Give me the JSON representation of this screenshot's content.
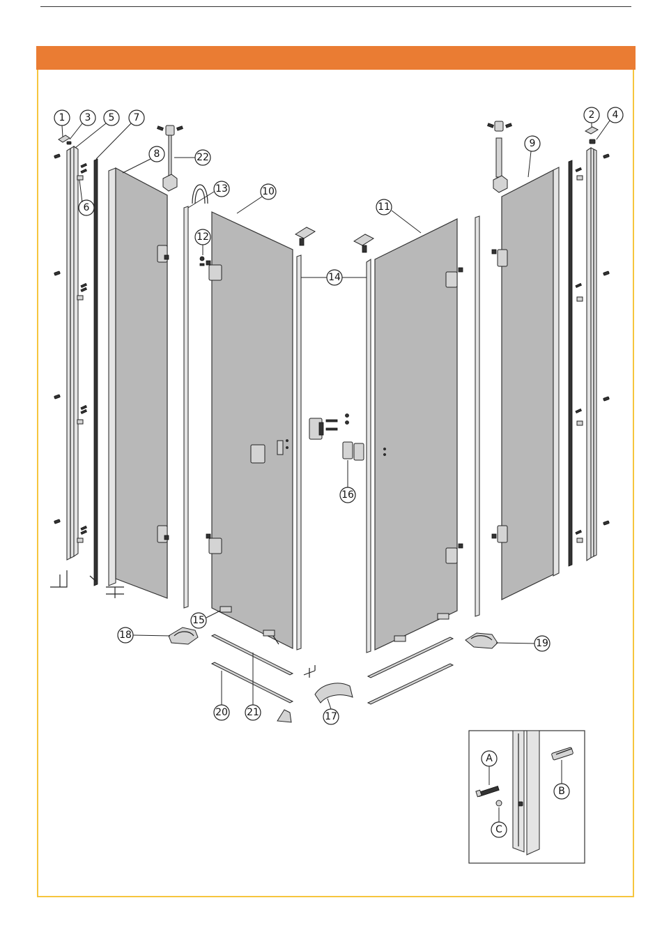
{
  "callouts": {
    "c1": "1",
    "c2": "2",
    "c3": "3",
    "c4": "4",
    "c5": "5",
    "c6": "6",
    "c7": "7",
    "c8": "8",
    "c9": "9",
    "c10": "10",
    "c11": "11",
    "c12": "12",
    "c13": "13",
    "c14": "14",
    "c15": "15",
    "c16": "16",
    "c17": "17",
    "c18": "18",
    "c19": "19",
    "c20": "20",
    "c21": "21",
    "c22": "22"
  },
  "inset": {
    "a": "A",
    "b": "B",
    "c": "C"
  },
  "colors": {
    "header": "#ea7c33",
    "frame": "#f6c53d",
    "glass": "#b8b8b8"
  }
}
